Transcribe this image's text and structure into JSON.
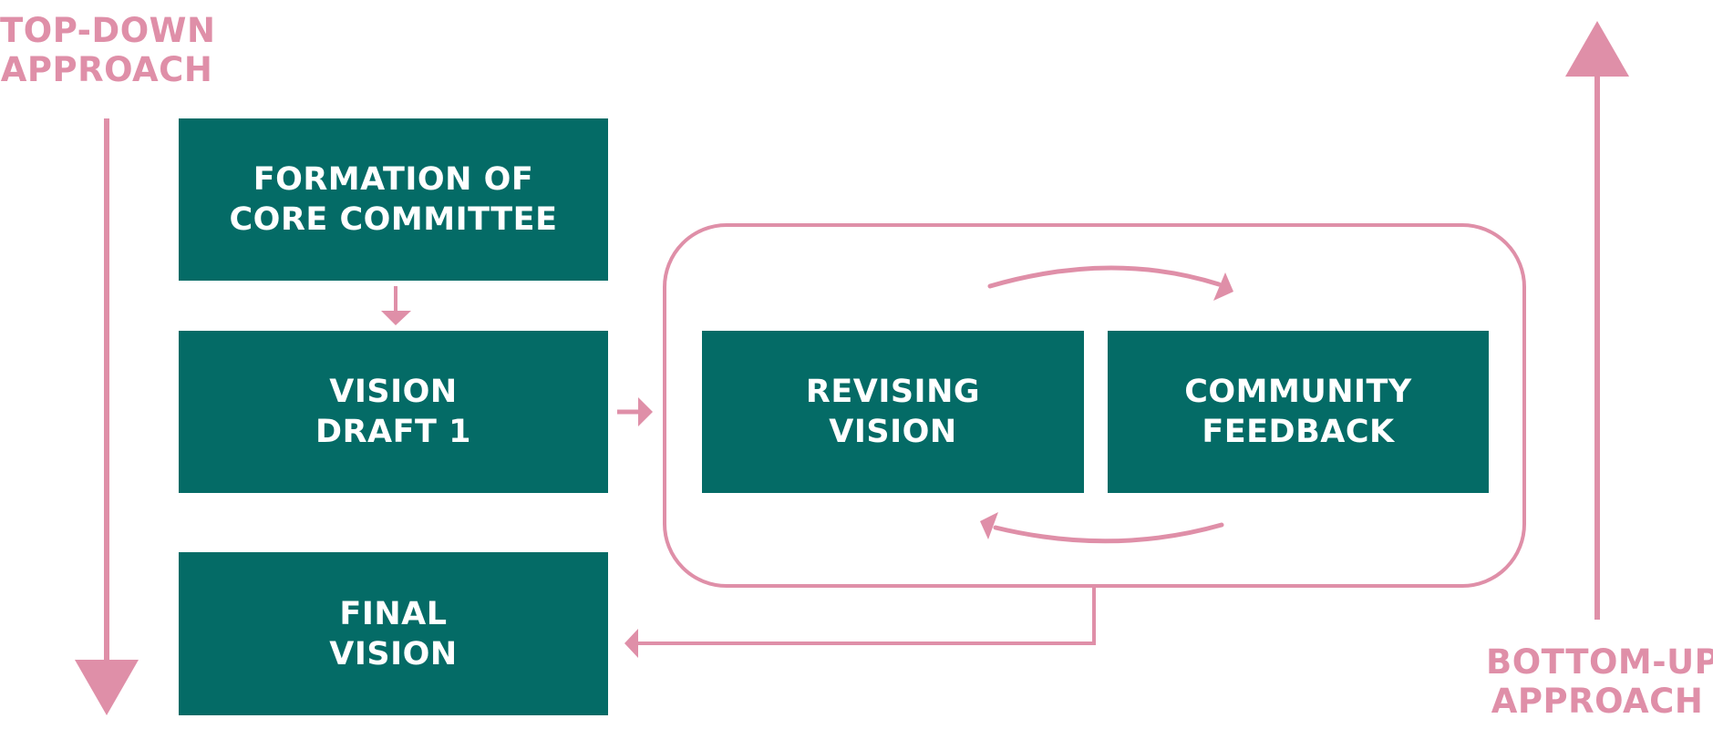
{
  "labels": {
    "top_down": [
      "TOP-DOWN",
      "APPROACH"
    ],
    "bottom_up": [
      "BOTTOM-UP",
      "APPROACH"
    ]
  },
  "boxes": {
    "formation": [
      "FORMATION OF",
      "CORE COMMITTEE"
    ],
    "draft": [
      "VISION",
      "DRAFT 1"
    ],
    "final": [
      "FINAL",
      "VISION"
    ],
    "revising": [
      "REVISING",
      "VISION"
    ],
    "feedback": [
      "COMMUNITY",
      "FEEDBACK"
    ]
  },
  "colors": {
    "box": "#046b66",
    "accent": "#df8fa8",
    "text": "#ffffff"
  }
}
